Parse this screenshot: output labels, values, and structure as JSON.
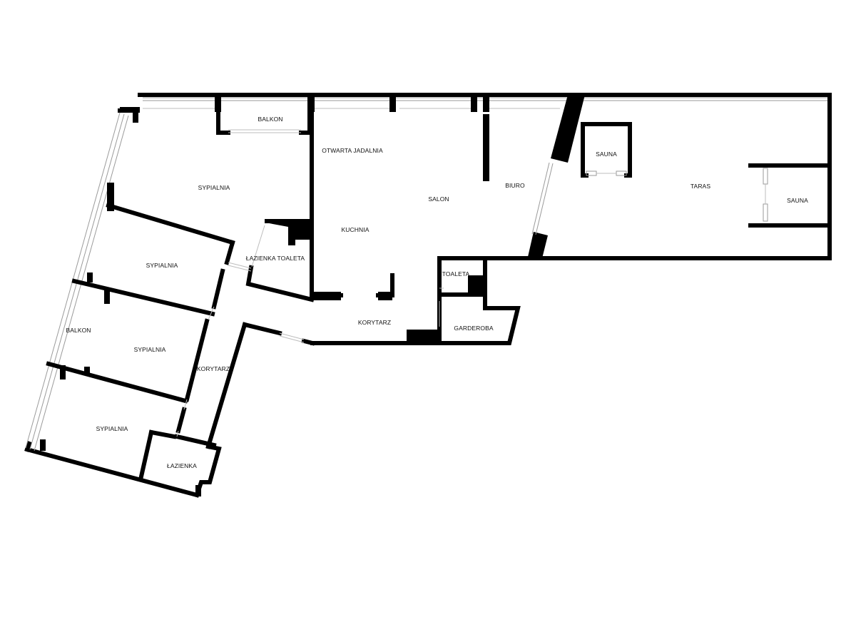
{
  "rooms": {
    "balkon_top": "BALKON",
    "sypialnia_1": "SYPIALNIA",
    "otwarta_jadalnia": "OTWARTA JADALNIA",
    "salon": "SALON",
    "biuro": "BIURO",
    "sauna_1": "SAUNA",
    "taras": "TARAS",
    "sauna_2": "SAUNA",
    "kuchnia": "KUCHNIA",
    "lazienka_toaleta": "ŁAZIENKA TOALETA",
    "sypialnia_2": "SYPIALNIA",
    "toaleta": "TOALETA",
    "korytarz_1": "KORYTARZ",
    "garderoba": "GARDEROBA",
    "balkon_left": "BALKON",
    "sypialnia_3": "SYPIALNIA",
    "korytarz_2": "KORYTARZ",
    "sypialnia_4": "SYPIALNIA",
    "lazienka": "ŁAZIENKA"
  }
}
